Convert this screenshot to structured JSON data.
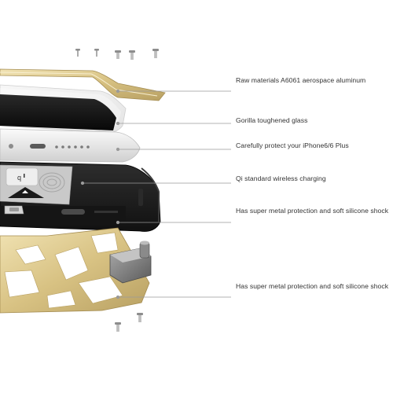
{
  "labels": [
    "Raw materials A6061 aerospace aluminum",
    "Gorilla toughened glass",
    "Carefully protect your iPhone6/6 Plus",
    "Qi standard wireless charging",
    "Has super metal protection and soft silicone shock",
    "Has super metal protection and soft silicone shock"
  ],
  "colors": {
    "gold": "#d9c48a",
    "gold_dark": "#b59e5c",
    "black_case": "#1c1c1c",
    "phone_silver": "#eeeeee",
    "leader_line": "#999999"
  },
  "icons": [
    "screw-icon",
    "qi-wireless-icon",
    "camera-lens-icon"
  ]
}
